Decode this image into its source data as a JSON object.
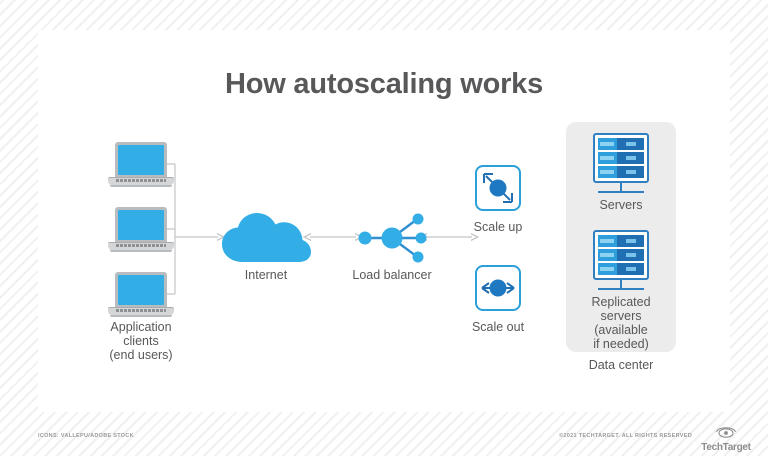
{
  "graphic": {
    "title": "How autoscaling works",
    "type": "architecture-diagram"
  },
  "clients": {
    "label": "Application\nclients\n(end users)",
    "label_line1": "Application",
    "label_line2": "clients",
    "label_line3": "(end users)",
    "count": 3,
    "icon": "laptop-icon"
  },
  "internet": {
    "label": "Internet",
    "icon": "cloud-icon"
  },
  "load_balancer": {
    "label": "Load balancer",
    "icon": "load-balancer-icon",
    "inputs": 1,
    "outputs": 3
  },
  "scaling": {
    "options": [
      {
        "label": "Scale up",
        "icon": "diagonal-arrows-icon"
      },
      {
        "label": "Scale out",
        "icon": "horizontal-arrows-icon"
      }
    ]
  },
  "data_center": {
    "label": "Data center",
    "racks": [
      {
        "label": "Servers",
        "label_line1": "Servers",
        "label_line2": "",
        "label_line3": "",
        "label_line4": "",
        "icon": "server-rack-icon",
        "units": 3
      },
      {
        "label": "Replicated servers (available if needed)",
        "label_line1": "Replicated",
        "label_line2": "servers",
        "label_line3": "(available",
        "label_line4": "if needed)",
        "icon": "server-rack-icon",
        "units": 3
      }
    ]
  },
  "footer": {
    "credit": "ICONS: VALLEPU/ADOBE STOCK",
    "copyright": "©2021 TECHTARGET. ALL RIGHTS RESERVED",
    "logo_text": "TechTarget",
    "logo_icon": "techtarget-eye-icon"
  },
  "colors": {
    "accent_blue": "#32ade5",
    "deep_blue": "#1f6fb2",
    "border_blue": "#2a9fd8",
    "text_gray": "#58585a",
    "panel_gray": "#ececed",
    "connector_gray": "#c4c6c8"
  }
}
